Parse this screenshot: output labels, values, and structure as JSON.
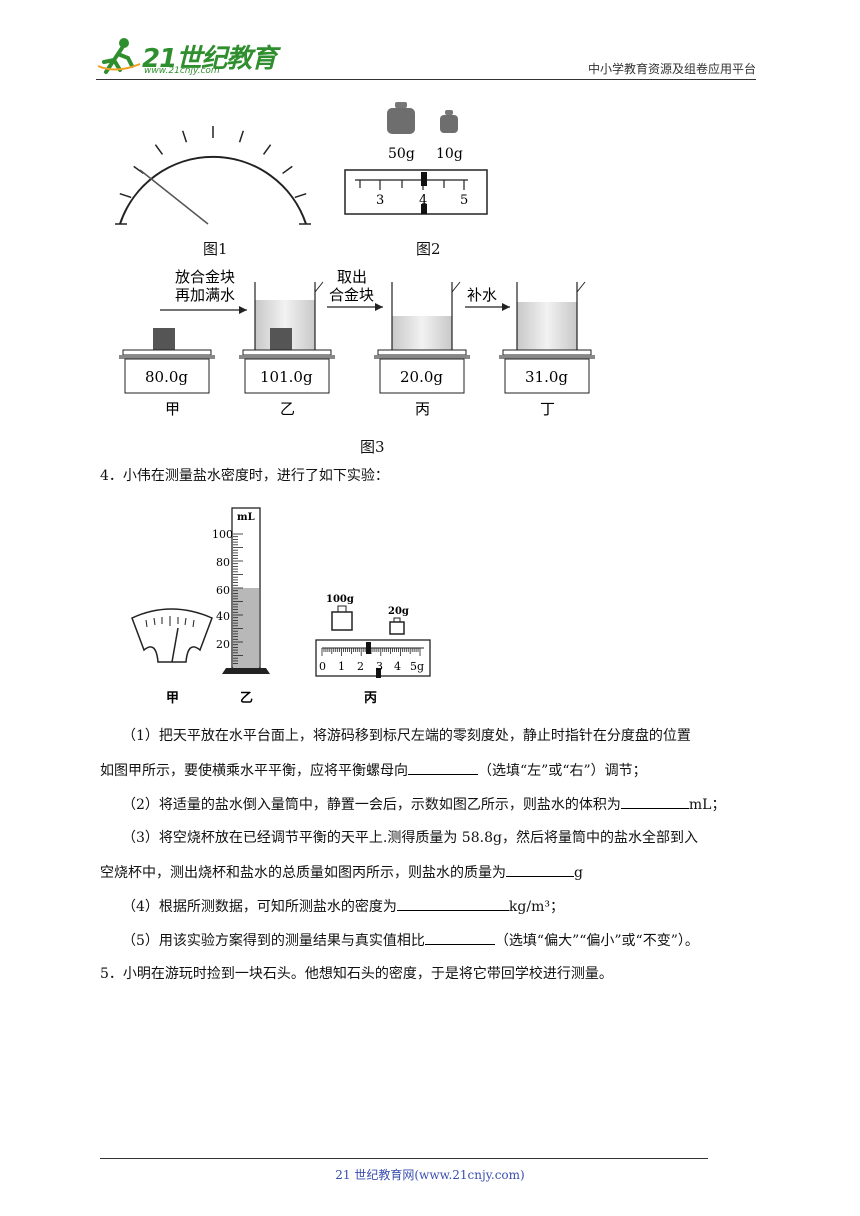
{
  "header": {
    "logo_text": "21世纪教育",
    "logo_url": "www.21cnjy.com",
    "platform": "中小学教育资源及组卷应用平台"
  },
  "figures": {
    "fig1_caption": "图1",
    "fig2_caption": "图2",
    "fig2_weights": [
      "50g",
      "10g"
    ],
    "fig2_scale": [
      "3",
      "4",
      "5"
    ],
    "fig3_caption": "图3",
    "fig3_labels": {
      "step1": [
        "放合金块",
        "再加满水"
      ],
      "step2": [
        "取出",
        "合金块"
      ],
      "step3": "补水"
    },
    "fig3_readings": [
      "80.0g",
      "101.0g",
      "20.0g",
      "31.0g"
    ],
    "fig3_names": [
      "甲",
      "乙",
      "丙",
      "丁"
    ],
    "fig4_cyl_unit": "mL",
    "fig4_cyl_scale": [
      "100",
      "80",
      "60",
      "40",
      "20"
    ],
    "fig4_weights": [
      "100g",
      "20g"
    ],
    "fig4_scale": [
      "0",
      "1",
      "2",
      "3",
      "4",
      "5g"
    ],
    "fig4_names": [
      "甲",
      "乙",
      "丙"
    ]
  },
  "q4": {
    "title": "4．小伟在测量盐水密度时，进行了如下实验：",
    "p1_a": "（1）把天平放在水平台面上，将游码移到标尺左端的零刻度处，静止时指针在分度盘的位置",
    "p1_b": "如图甲所示，要使横乘水平平衡，应将平衡螺母向",
    "p1_c": "（选填“左”或“右”）调节；",
    "p2_a": "（2）将适量的盐水倒入量筒中，静置一会后，示数如图乙所示，则盐水的体积为",
    "p2_b": "mL；",
    "p3_a": "（3）将空烧杯放在已经调节平衡的天平上.测得质量为 58.8g，然后将量筒中的盐水全部到入",
    "p3_b": "空烧杯中，测出烧杯和盐水的总质量如图丙所示，则盐水的质量为",
    "p3_c": "g",
    "p4_a": "（4）根据所测数据，可知所测盐水的密度为",
    "p4_b": "kg/m³；",
    "p5_a": "（5）用该实验方案得到的测量结果与真实值相比",
    "p5_b": "（选填“偏大”“偏小”或“不变”）。"
  },
  "q5": {
    "title": "5．小明在游玩时捡到一块石头。他想知石头的密度，于是将它带回学校进行测量。"
  },
  "footer": {
    "text": "21 世纪教育网(www.21cnjy.com)"
  }
}
